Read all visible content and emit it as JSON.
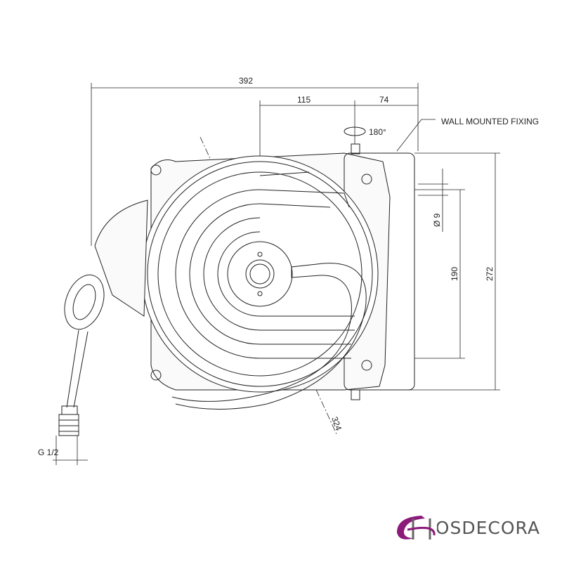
{
  "dimensions": {
    "overall_width": "392",
    "center_offset": "115",
    "bracket_offset": "74",
    "rotation": "180°",
    "wall_fixing": "WALL MOUNTED FIXING",
    "hole_diameter": "Ø 9",
    "hole_spacing": "190",
    "overall_height": "272",
    "reel_diameter": "324",
    "thread": "G 1/2"
  },
  "logo": {
    "text": "HOSDECORA",
    "color": "#8b1a7a"
  }
}
